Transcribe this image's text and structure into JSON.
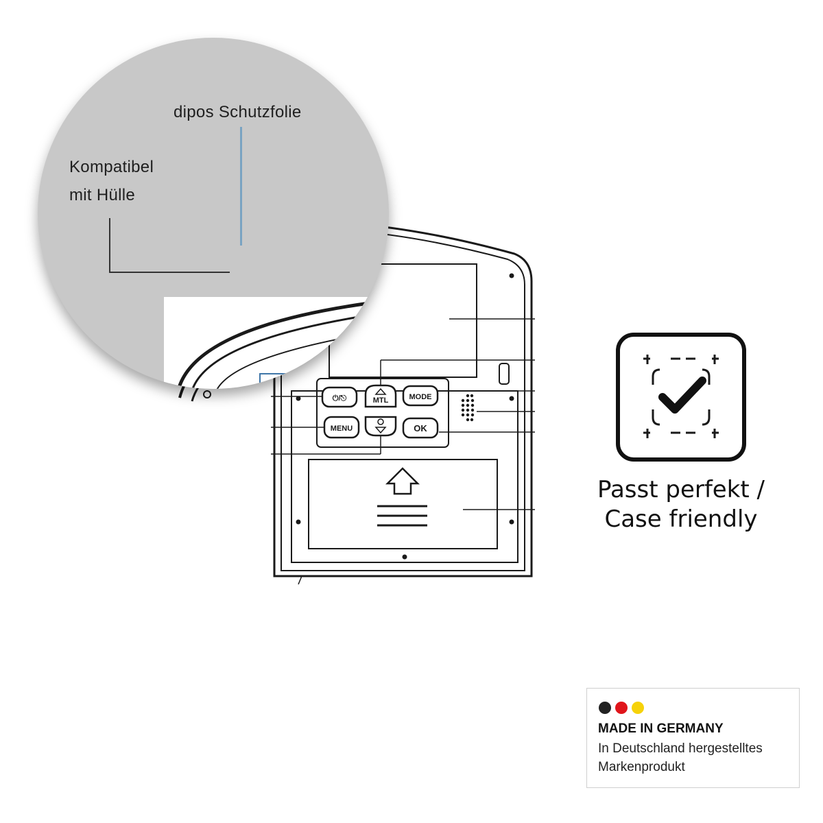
{
  "zoom": {
    "label_protector": "dipos Schutzfolie",
    "label_compatible_line1": "Kompatibel",
    "label_compatible_line2": "mit Hülle"
  },
  "device": {
    "buttons": {
      "power_mode": "⏻/⎋",
      "mtl": "MTL",
      "mode": "MODE",
      "menu": "MENU",
      "ok": "OK"
    }
  },
  "badge": {
    "icon": "checkmark-frame-icon",
    "caption_line1": "Passt perfekt /",
    "caption_line2": "Case friendly"
  },
  "made_in_germany": {
    "title": "MADE IN GERMANY",
    "line1": "In Deutschland hergestelltes",
    "line2": "Markenprodukt",
    "flag_colors": [
      "#222222",
      "#e0151b",
      "#f6d20a"
    ]
  }
}
